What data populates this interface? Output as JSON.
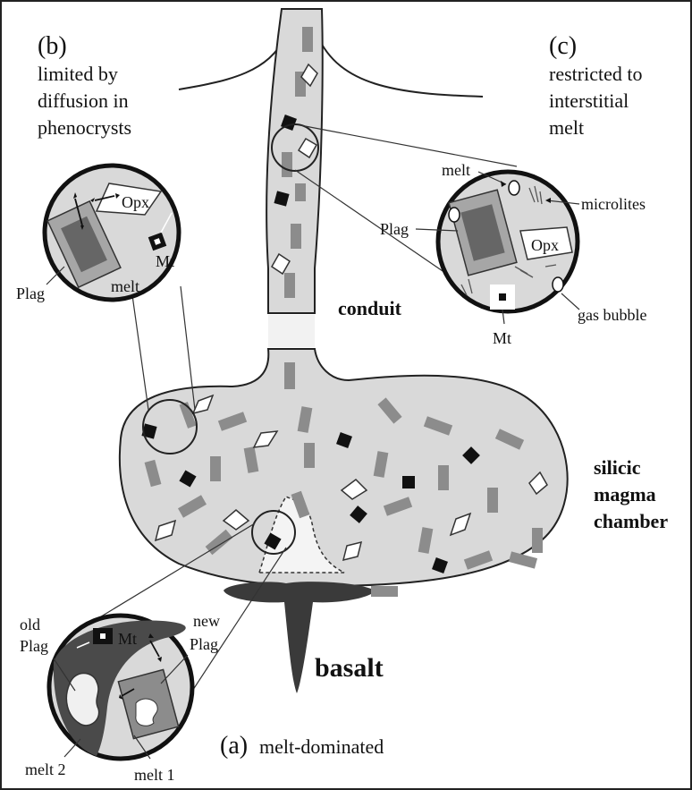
{
  "panels": {
    "b": {
      "letter": "(b)",
      "line1": "limited by",
      "line2": "diffusion in",
      "line3": "phenocrysts"
    },
    "c": {
      "letter": "(c)",
      "line1": "restricted to",
      "line2": "interstitial",
      "line3": "melt"
    },
    "a": {
      "letter": "(a)",
      "caption": "melt-dominated"
    }
  },
  "labels": {
    "conduit": "conduit",
    "chamber_line1": "silicic",
    "chamber_line2": "magma",
    "chamber_line3": "chamber",
    "basalt": "basalt"
  },
  "inset_b": {
    "opx": "Opx",
    "mt": "Mt",
    "melt": "melt",
    "plag": "Plag"
  },
  "inset_c": {
    "melt": "melt",
    "microlites": "microlites",
    "plag": "Plag",
    "opx": "Opx",
    "gas_bubble": "gas bubble",
    "mt": "Mt"
  },
  "inset_a": {
    "old_plag_line1": "old",
    "old_plag_line2": "Plag",
    "new_plag_line1": "new",
    "new_plag_line2": "Plag",
    "mt": "Mt",
    "melt2": "melt 2",
    "melt1": "melt 1"
  },
  "colors": {
    "magma": "#d9d9d9",
    "crystal": "#8c8c8c",
    "basalt": "#3a3a3a",
    "outline": "#111111"
  }
}
